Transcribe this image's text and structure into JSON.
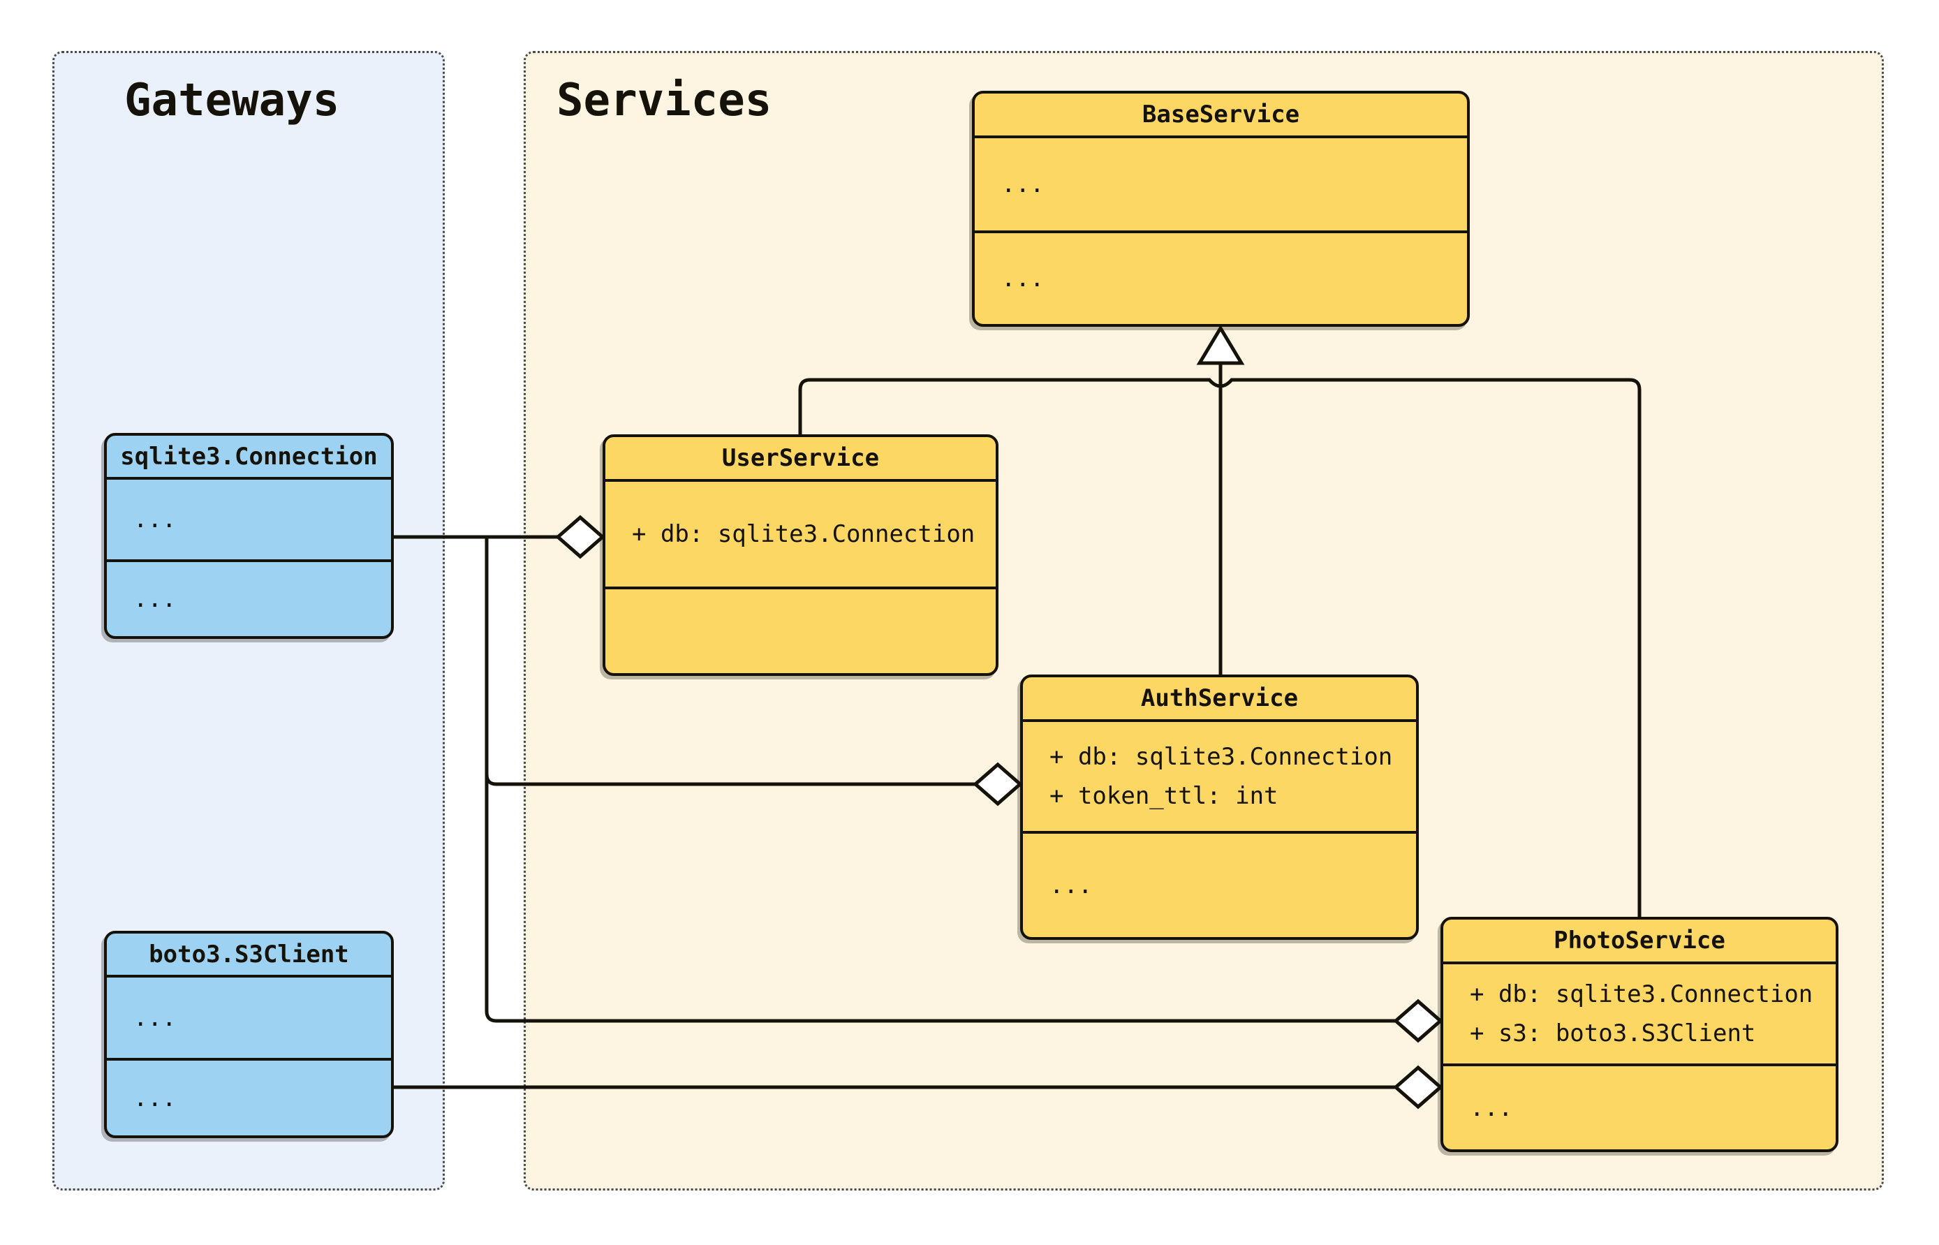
{
  "diagram_type": "uml-class-diagram",
  "colors": {
    "page_bg": "#ffffff",
    "gateways_bg": "#ebf1fa",
    "services_bg": "#fdf5e1",
    "gateway_class_fill": "#9dd2f2",
    "service_class_fill": "#fcd763",
    "stroke": "#15120a"
  },
  "gateways": {
    "title": "Gateways",
    "classes": {
      "sqlite3_connection": {
        "name": "sqlite3.Connection",
        "attributes": [
          "..."
        ],
        "methods": [
          "..."
        ]
      },
      "boto3_s3client": {
        "name": "boto3.S3Client",
        "attributes": [
          "..."
        ],
        "methods": [
          "..."
        ]
      }
    }
  },
  "services": {
    "title": "Services",
    "classes": {
      "base_service": {
        "name": "BaseService",
        "attributes": [
          "..."
        ],
        "methods": [
          "..."
        ]
      },
      "user_service": {
        "name": "UserService",
        "attributes": [
          "+ db: sqlite3.Connection"
        ],
        "methods": []
      },
      "auth_service": {
        "name": "AuthService",
        "attributes": [
          "+ db: sqlite3.Connection",
          "+ token_ttl: int"
        ],
        "methods": [
          "..."
        ]
      },
      "photo_service": {
        "name": "PhotoService",
        "attributes": [
          "+ db: sqlite3.Connection",
          "+ s3: boto3.S3Client"
        ],
        "methods": [
          "..."
        ]
      }
    }
  },
  "relationships": [
    {
      "type": "inheritance",
      "from": "UserService",
      "to": "BaseService"
    },
    {
      "type": "inheritance",
      "from": "AuthService",
      "to": "BaseService"
    },
    {
      "type": "inheritance",
      "from": "PhotoService",
      "to": "BaseService"
    },
    {
      "type": "aggregation",
      "owner": "UserService",
      "part": "sqlite3.Connection",
      "member": "db"
    },
    {
      "type": "aggregation",
      "owner": "AuthService",
      "part": "sqlite3.Connection",
      "member": "db"
    },
    {
      "type": "aggregation",
      "owner": "PhotoService",
      "part": "sqlite3.Connection",
      "member": "db"
    },
    {
      "type": "aggregation",
      "owner": "PhotoService",
      "part": "boto3.S3Client",
      "member": "s3"
    }
  ]
}
